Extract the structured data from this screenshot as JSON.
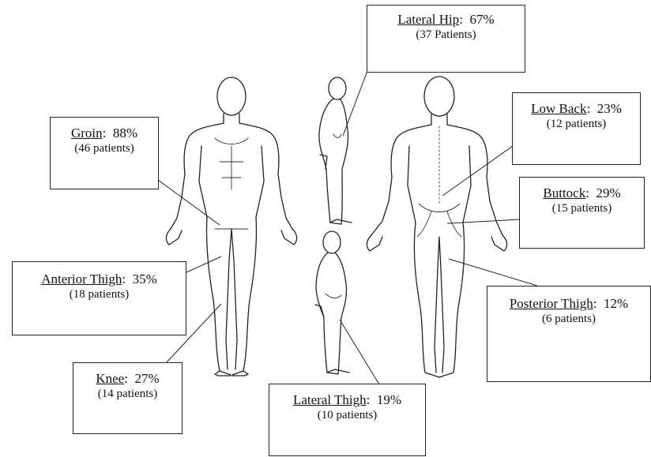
{
  "callouts": [
    {
      "key": "lateral_hip",
      "region": "Lateral Hip",
      "percent": "67%",
      "count": "(37 Patients)"
    },
    {
      "key": "groin",
      "region": "Groin",
      "percent": "88%",
      "count": "(46 patients)"
    },
    {
      "key": "low_back",
      "region": "Low Back",
      "percent": "23%",
      "count": "(12 patients)"
    },
    {
      "key": "buttock",
      "region": "Buttock",
      "percent": "29%",
      "count": "(15 patients)"
    },
    {
      "key": "anterior_thigh",
      "region": "Anterior Thigh",
      "percent": "35%",
      "count": "(18 patients)"
    },
    {
      "key": "posterior_thigh",
      "region": "Posterior Thigh",
      "percent": "12%",
      "count": "(6 patients)"
    },
    {
      "key": "knee",
      "region": "Knee",
      "percent": "27%",
      "count": "(14 patients)"
    },
    {
      "key": "lateral_thigh",
      "region": "Lateral Thigh",
      "percent": "19%",
      "count": "(10 patients)"
    }
  ],
  "figures": [
    "front-view",
    "side-view-upper",
    "side-view-lower",
    "back-view"
  ]
}
